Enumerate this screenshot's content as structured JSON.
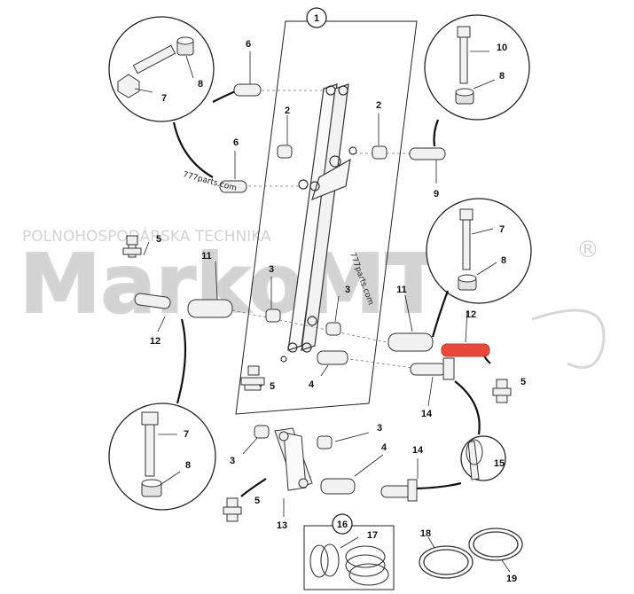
{
  "diagram": {
    "labels": {
      "n1": "1",
      "n2a": "2",
      "n2b": "2",
      "n3a": "3",
      "n3b": "3",
      "n3c": "3",
      "n3d": "3",
      "n4a": "4",
      "n4b": "4",
      "n5a": "5",
      "n5b": "5",
      "n5c": "5",
      "n5d": "5",
      "n6a": "6",
      "n6b": "6",
      "n7a": "7",
      "n7b": "7",
      "n7c": "7",
      "n8a": "8",
      "n8b": "8",
      "n8c": "8",
      "n8d": "8",
      "n9": "9",
      "n10": "10",
      "n11a": "11",
      "n11b": "11",
      "n12a": "12",
      "n12b": "12",
      "n13": "13",
      "n14a": "14",
      "n14b": "14",
      "n15": "15",
      "n16": "16",
      "n17": "17",
      "n18": "18",
      "n19": "19"
    },
    "watermark": {
      "line1": "POLNOHOSPODÁRSKA TECHNIKA",
      "brand": "MarkoMT",
      "registered": "®"
    },
    "source_marks": [
      "777parts.com",
      "777parts.com"
    ],
    "highlight_color": "#e8483b"
  }
}
